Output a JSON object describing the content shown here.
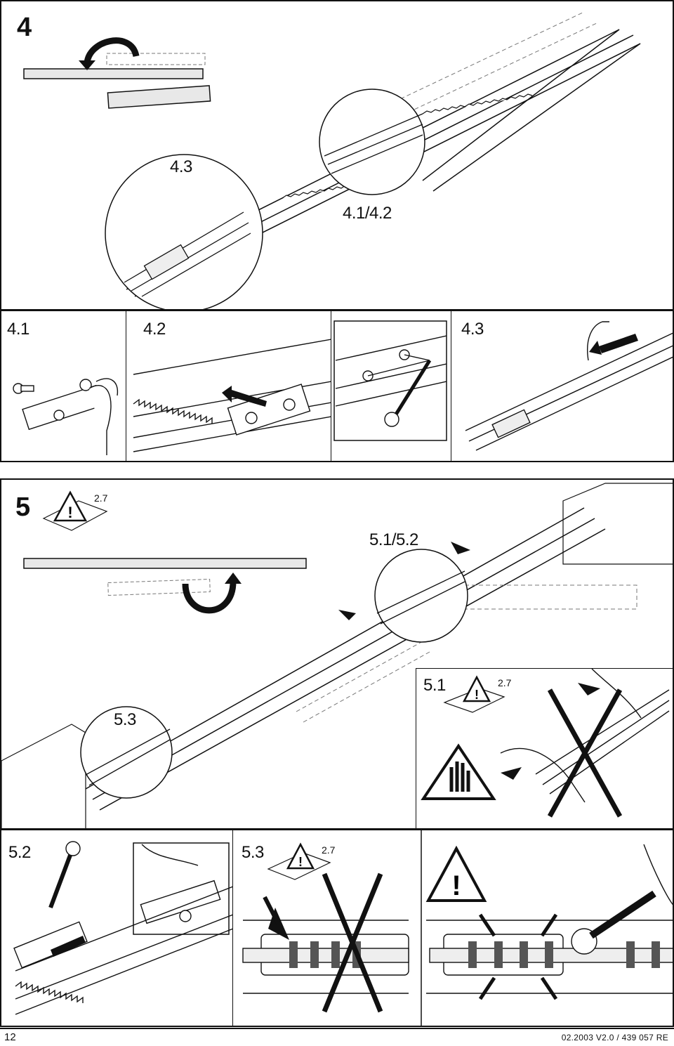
{
  "step4": {
    "number": "4",
    "callout_main": "4.1/4.2",
    "callout_circle": "4.3",
    "subpanels": [
      "4.1",
      "4.2",
      "4.3"
    ]
  },
  "step5": {
    "number": "5",
    "warning_ref": "2.7",
    "callout_main": "5.1/5.2",
    "callout_circle": "5.3",
    "sub51": {
      "label": "5.1",
      "warning_ref": "2.7"
    },
    "sub52": {
      "label": "5.2"
    },
    "sub53": {
      "label": "5.3",
      "warning_ref": "2.7"
    }
  },
  "footer": {
    "page_number": "12",
    "doc_code": "02.2003  V2.0 / 439 057  RE"
  }
}
